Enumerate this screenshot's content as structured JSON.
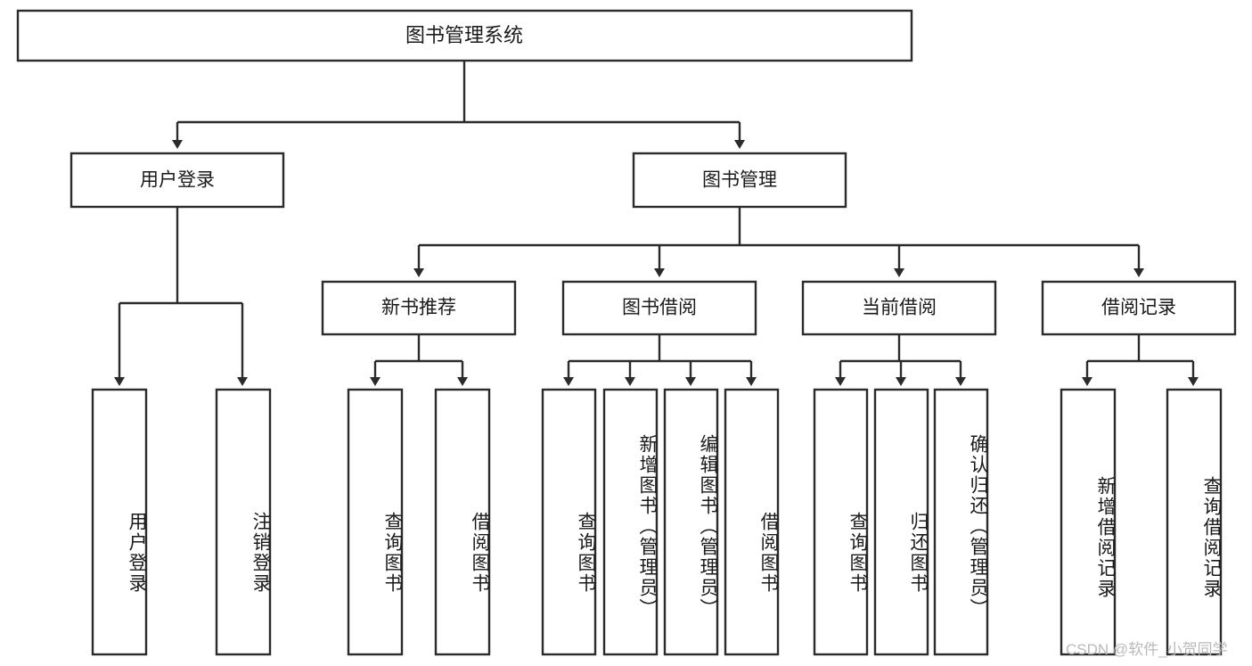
{
  "diagram": {
    "title": "图书管理系统",
    "type": "tree-hierarchy-chart",
    "watermark": "CSDN @软件_小贺同学",
    "colors": {
      "stroke": "#2b2b2b",
      "fill": "#ffffff",
      "text": "#1a1a1a",
      "watermark": "#b9b9b9"
    },
    "levels": {
      "root": {
        "label": "图书管理系统"
      },
      "level2": [
        {
          "label": "用户登录"
        },
        {
          "label": "图书管理"
        }
      ],
      "level3": [
        {
          "label": "新书推荐"
        },
        {
          "label": "图书借阅"
        },
        {
          "label": "当前借阅"
        },
        {
          "label": "借阅记录"
        }
      ],
      "leaves": {
        "user_login": [
          {
            "label": "用户登录"
          },
          {
            "label": "注销登录"
          }
        ],
        "new_book_recommend": [
          {
            "label": "查询图书"
          },
          {
            "label": "借阅图书"
          }
        ],
        "book_borrow": [
          {
            "label": "查询图书"
          },
          {
            "label": "新增图书（管理员）"
          },
          {
            "label": "编辑图书（管理员）"
          },
          {
            "label": "借阅图书"
          }
        ],
        "current_borrow": [
          {
            "label": "查询图书"
          },
          {
            "label": "归还图书"
          },
          {
            "label": "确认归还（管理员）"
          }
        ],
        "borrow_record": [
          {
            "label": "新增借阅记录"
          },
          {
            "label": "查询借阅记录"
          }
        ]
      }
    }
  }
}
